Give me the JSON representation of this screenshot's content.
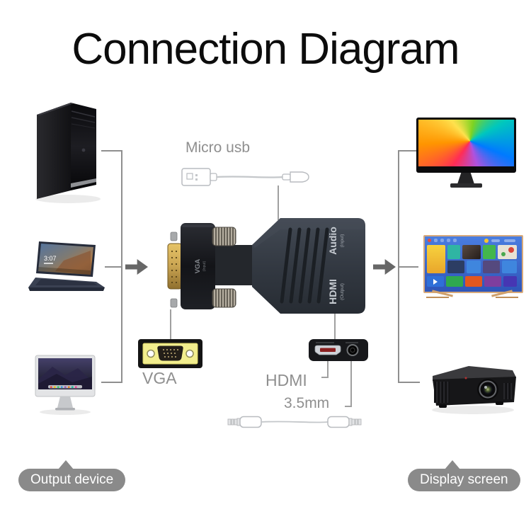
{
  "title": "Connection Diagram",
  "callouts": {
    "micro_usb": "Micro usb",
    "vga": "VGA",
    "hdmi": "HDMI",
    "aux_35mm": "3.5mm"
  },
  "adapter": {
    "vga_label": "VGA",
    "vga_sub": "(Input)",
    "audio_label": "Audio",
    "audio_sub": "(Input)",
    "hdmi_label": "HDMI",
    "hdmi_sub": "(Output)"
  },
  "badges": {
    "output_device": "Output device",
    "display_screen": "Display screen"
  },
  "laptop": {
    "time": "3:07"
  },
  "devices": {
    "left": [
      "desktop-pc",
      "laptop",
      "imac"
    ],
    "right": [
      "monitor",
      "smart-tv",
      "projector"
    ]
  },
  "colors": {
    "connector_line": "#8F8F8F",
    "arrow": "#676767",
    "badge_bg": "#8A8A8A",
    "callout_text": "#8F8F8F",
    "adapter_body": "#343A42",
    "vga_gold": "#C9A452",
    "vga_plate_yellow": "#F2EE8E",
    "tv_screen_blue": "#3B6FD6",
    "tv_frame_gold": "#D7A97B"
  }
}
